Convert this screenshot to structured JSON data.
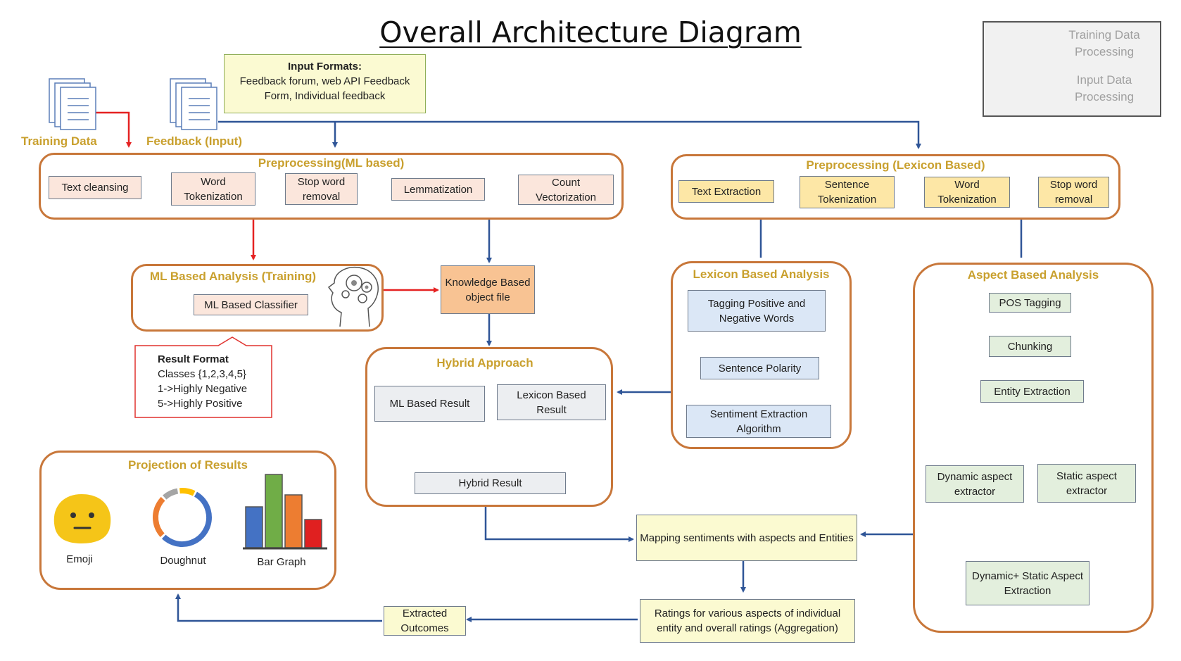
{
  "title": "Overall Architecture Diagram",
  "legend": {
    "training": "Training Data Processing",
    "input": "Input Data Processing",
    "training_color": "#e52222",
    "input_color": "#2f6d8f"
  },
  "input_formats": {
    "heading": "Input Formats:",
    "text": "Feedback forum, web API Feedback Form, Individual feedback"
  },
  "labels": {
    "training_data": "Training Data",
    "feedback_input": "Feedback (Input)"
  },
  "preprocessing_ml": {
    "title": "Preprocessing(ML based)",
    "steps": [
      "Text cleansing",
      "Word Tokenization",
      "Stop word removal",
      "Lemmatization",
      "Count Vectorization"
    ]
  },
  "preprocessing_lexicon": {
    "title": "Preprocessing (Lexicon Based)",
    "steps": [
      "Text Extraction",
      "Sentence Tokenization",
      "Word Tokenization",
      "Stop word removal"
    ]
  },
  "ml_analysis": {
    "title": "ML Based Analysis (Training)",
    "classifier": "ML Based Classifier",
    "icon": "brain-head-icon"
  },
  "knowledge_file": "Knowledge Based object file",
  "result_format": {
    "heading": "Result Format",
    "lines": [
      "Classes {1,2,3,4,5}",
      "1->Highly Negative",
      "5->Highly Positive"
    ]
  },
  "lexicon_analysis": {
    "title": "Lexicon Based Analysis",
    "steps": [
      "Tagging Positive and Negative Words",
      "Sentence Polarity",
      "Sentiment Extraction Algorithm"
    ]
  },
  "aspect_analysis": {
    "title": "Aspect Based Analysis",
    "steps": [
      "POS Tagging",
      "Chunking",
      "Entity Extraction"
    ],
    "dynamic": "Dynamic aspect extractor",
    "static": "Static aspect extractor",
    "combined": "Dynamic+ Static Aspect Extraction"
  },
  "hybrid": {
    "title": "Hybrid Approach",
    "ml_result": "ML Based Result",
    "lexicon_result": "Lexicon Based Result",
    "hybrid_result": "Hybrid Result"
  },
  "mapping": "Mapping sentiments with aspects and Entities",
  "ratings": "Ratings for various aspects of individual entity and overall ratings (Aggregation)",
  "extracted": "Extracted Outcomes",
  "projection": {
    "title": "Projection of Results",
    "emoji": "Emoji",
    "doughnut": "Doughnut",
    "bar_graph": "Bar Graph",
    "emoji_color": "#f5c518",
    "doughnut_colors": [
      "#4472c4",
      "#ed7d31",
      "#a5a5a5",
      "#ffc000"
    ],
    "bar_colors": [
      "#4472c4",
      "#70ad47",
      "#ed7d31",
      "#e02020"
    ]
  }
}
